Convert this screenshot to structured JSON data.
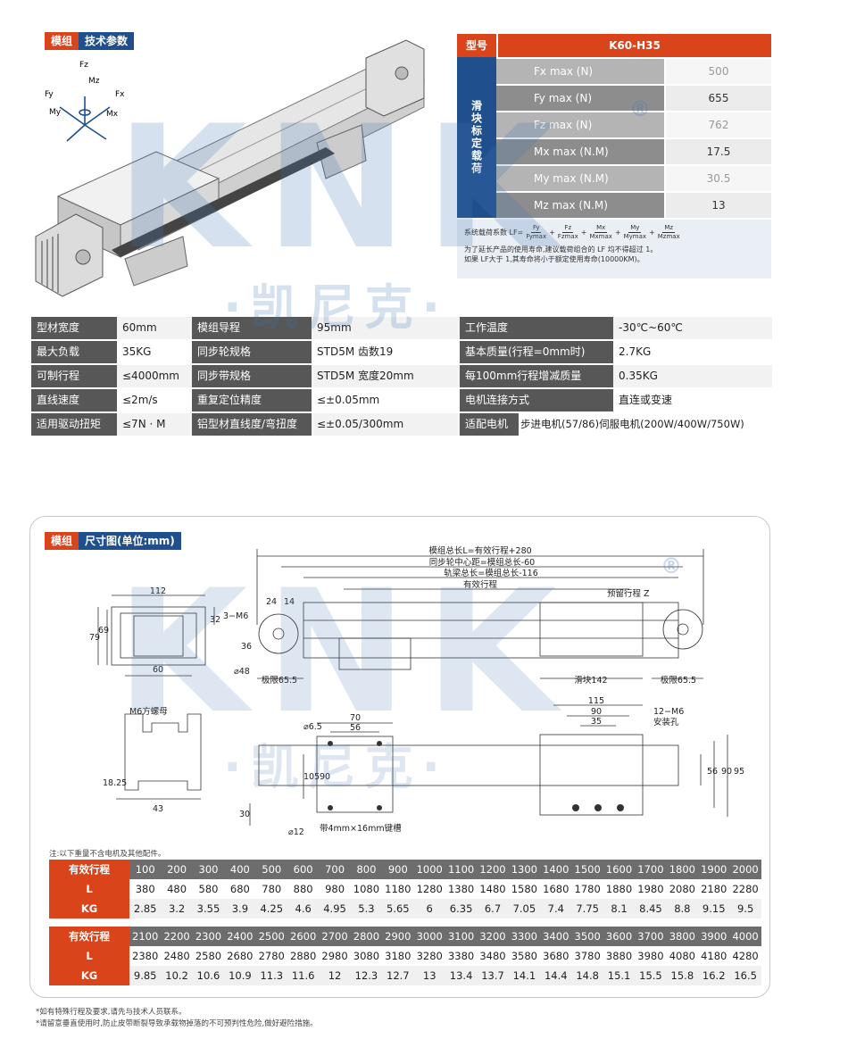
{
  "section1": {
    "tag_a": "模组",
    "tag_b": "技术参数"
  },
  "section2": {
    "tag_a": "模组",
    "tag_b": "尺寸图(单位:mm)"
  },
  "watermark": {
    "brand": "KNK",
    "cn": "·凯尼克·",
    "reg": "®"
  },
  "axes": {
    "fz": "Fz",
    "mz": "Mz",
    "fy": "Fy",
    "fx": "Fx",
    "my": "My",
    "mx": "Mx"
  },
  "load_table": {
    "model_label": "型号",
    "model_value": "K60-H35",
    "side_label": "滑块标定载荷",
    "rows": [
      {
        "name": "Fx max  (N)",
        "value": "500"
      },
      {
        "name": "Fy max  (N)",
        "value": "655"
      },
      {
        "name": "Fz max  (N)",
        "value": "762"
      },
      {
        "name": "Mx max  (N.M)",
        "value": "17.5"
      },
      {
        "name": "My max  (N.M)",
        "value": "30.5"
      },
      {
        "name": "Mz max  (N.M)",
        "value": "13"
      }
    ],
    "formula_label": "系统载荷系数 LF=",
    "formula_terms": [
      {
        "num": "Fy",
        "den": "Fymax"
      },
      {
        "num": "Fz",
        "den": "Fzmax"
      },
      {
        "num": "Mx",
        "den": "Mxmax"
      },
      {
        "num": "My",
        "den": "Mymax"
      },
      {
        "num": "Mz",
        "den": "Mzmax"
      }
    ],
    "note1": "为了延长产品的使用寿命,建议载荷组合的 LF 均不得超过 1。",
    "note2": "如果 LF大于 1,其寿命将小于额定使用寿命(10000KM)。"
  },
  "specs": [
    [
      {
        "l": "型材宽度",
        "v": "60mm"
      },
      {
        "l": "模组导程",
        "v": "95mm"
      },
      {
        "l": "工作温度",
        "v": "-30℃~60℃"
      }
    ],
    [
      {
        "l": "最大负载",
        "v": "35KG"
      },
      {
        "l": "同步轮规格",
        "v": "STD5M 齿数19"
      },
      {
        "l": "基本质量(行程=0mm时)",
        "v": "2.7KG"
      }
    ],
    [
      {
        "l": "可制行程",
        "v": "≤4000mm"
      },
      {
        "l": "同步带规格",
        "v": "STD5M 宽度20mm"
      },
      {
        "l": "每100mm行程增减质量",
        "v": "0.35KG"
      }
    ],
    [
      {
        "l": "直线速度",
        "v": "≤2m/s"
      },
      {
        "l": "重复定位精度",
        "v": "≤±0.05mm"
      },
      {
        "l": "电机连接方式",
        "v": "直连或变速"
      }
    ],
    [
      {
        "l": "适用驱动扭矩",
        "v": "≤7N · M"
      },
      {
        "l": "铝型材直线度/弯扭度",
        "v": "≤±0.05/300mm"
      },
      {
        "l": "适配电机",
        "v": "步进电机(57/86)伺服电机(200W/400W/750W)"
      }
    ]
  ],
  "drawing": {
    "total_length": "模组总长L=有效行程+280",
    "pulley_center": "同步轮中心距=模组总长-60",
    "beam_length": "轨梁总长=模组总长-116",
    "effective_stroke": "有效行程",
    "reserved_stroke": "预留行程 Z",
    "slider": "滑块142",
    "limit_left": "极限65.5",
    "limit_right": "极限65.5",
    "d112": "112",
    "d79": "79",
    "d69": "69",
    "d32": "32",
    "d60": "60",
    "d24": "24",
    "d14": "14",
    "m6": "3−M6",
    "d36": "36",
    "phi48": "⌀48",
    "m6nut": "M6方螺母",
    "d1825": "18.25",
    "d43": "43",
    "phi65": "⌀6.5",
    "d70": "70",
    "d56a": "56",
    "d105": "105",
    "d90a": "90",
    "d30": "30",
    "phi12": "⌀12",
    "belt": "带4mm×16mm键槽",
    "d115": "115",
    "d90b": "90",
    "d35": "35",
    "m6holes": "12−M6",
    "mount": "安装孔",
    "d56b": "56",
    "d90c": "90",
    "d95": "95"
  },
  "table_note": "注:以下重量不含电机及其他配件。",
  "stroke_table_1": {
    "h_label": "有效行程",
    "l_label": "L",
    "k_label": "KG",
    "stroke": [
      "100",
      "200",
      "300",
      "400",
      "500",
      "600",
      "700",
      "800",
      "900",
      "1000",
      "1100",
      "1200",
      "1300",
      "1400",
      "1500",
      "1600",
      "1700",
      "1800",
      "1900",
      "2000"
    ],
    "L": [
      "380",
      "480",
      "580",
      "680",
      "780",
      "880",
      "980",
      "1080",
      "1180",
      "1280",
      "1380",
      "1480",
      "1580",
      "1680",
      "1780",
      "1880",
      "1980",
      "2080",
      "2180",
      "2280"
    ],
    "KG": [
      "2.85",
      "3.2",
      "3.55",
      "3.9",
      "4.25",
      "4.6",
      "4.95",
      "5.3",
      "5.65",
      "6",
      "6.35",
      "6.7",
      "7.05",
      "7.4",
      "7.75",
      "8.1",
      "8.45",
      "8.8",
      "9.15",
      "9.5"
    ]
  },
  "stroke_table_2": {
    "h_label": "有效行程",
    "l_label": "L",
    "k_label": "KG",
    "stroke": [
      "2100",
      "2200",
      "2300",
      "2400",
      "2500",
      "2600",
      "2700",
      "2800",
      "2900",
      "3000",
      "3100",
      "3200",
      "3300",
      "3400",
      "3500",
      "3600",
      "3700",
      "3800",
      "3900",
      "4000"
    ],
    "L": [
      "2380",
      "2480",
      "2580",
      "2680",
      "2780",
      "2880",
      "2980",
      "3080",
      "3180",
      "3280",
      "3380",
      "3480",
      "3580",
      "3680",
      "3780",
      "3880",
      "3980",
      "4080",
      "4180",
      "4280"
    ],
    "KG": [
      "9.85",
      "10.2",
      "10.6",
      "10.9",
      "11.3",
      "11.6",
      "12",
      "12.3",
      "12.7",
      "13",
      "13.4",
      "13.7",
      "14.1",
      "14.4",
      "14.8",
      "15.1",
      "15.5",
      "15.8",
      "16.2",
      "16.5"
    ]
  },
  "footnotes": {
    "f1": "*如有特殊行程及要求,请先与技术人员联系。",
    "f2": "*请留意垂直使用时,防止皮带断裂导致承载物掉落的不可预判性危险,做好避险措施。"
  },
  "colors": {
    "accent": "#d9441b",
    "blue": "#1f4f8c",
    "dark": "#575757"
  }
}
